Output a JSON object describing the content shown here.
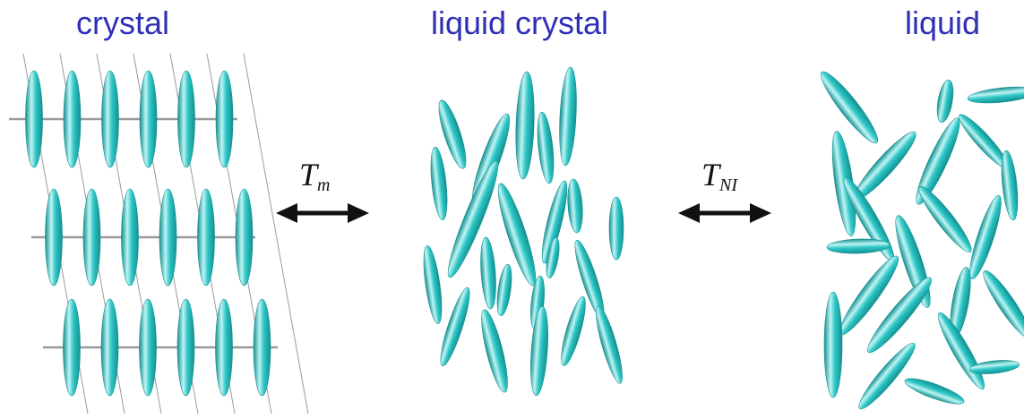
{
  "titles": {
    "crystal": "crystal",
    "liquid_crystal": "liquid crystal",
    "liquid": "liquid"
  },
  "transitions": {
    "melting": {
      "symbol": "T",
      "subscript": "m"
    },
    "clearing": {
      "symbol": "T",
      "subscript": "NI"
    }
  },
  "colors": {
    "title": "#2f2fb8",
    "molecule": "#2fc6c6",
    "molecule_highlight": "#bff4f4",
    "molecule_shadow": "#128f90",
    "lattice_line": "#9a9a9a",
    "arrow": "#111111"
  },
  "icons": {
    "transition_arrow": "double-headed-arrow-icon"
  }
}
